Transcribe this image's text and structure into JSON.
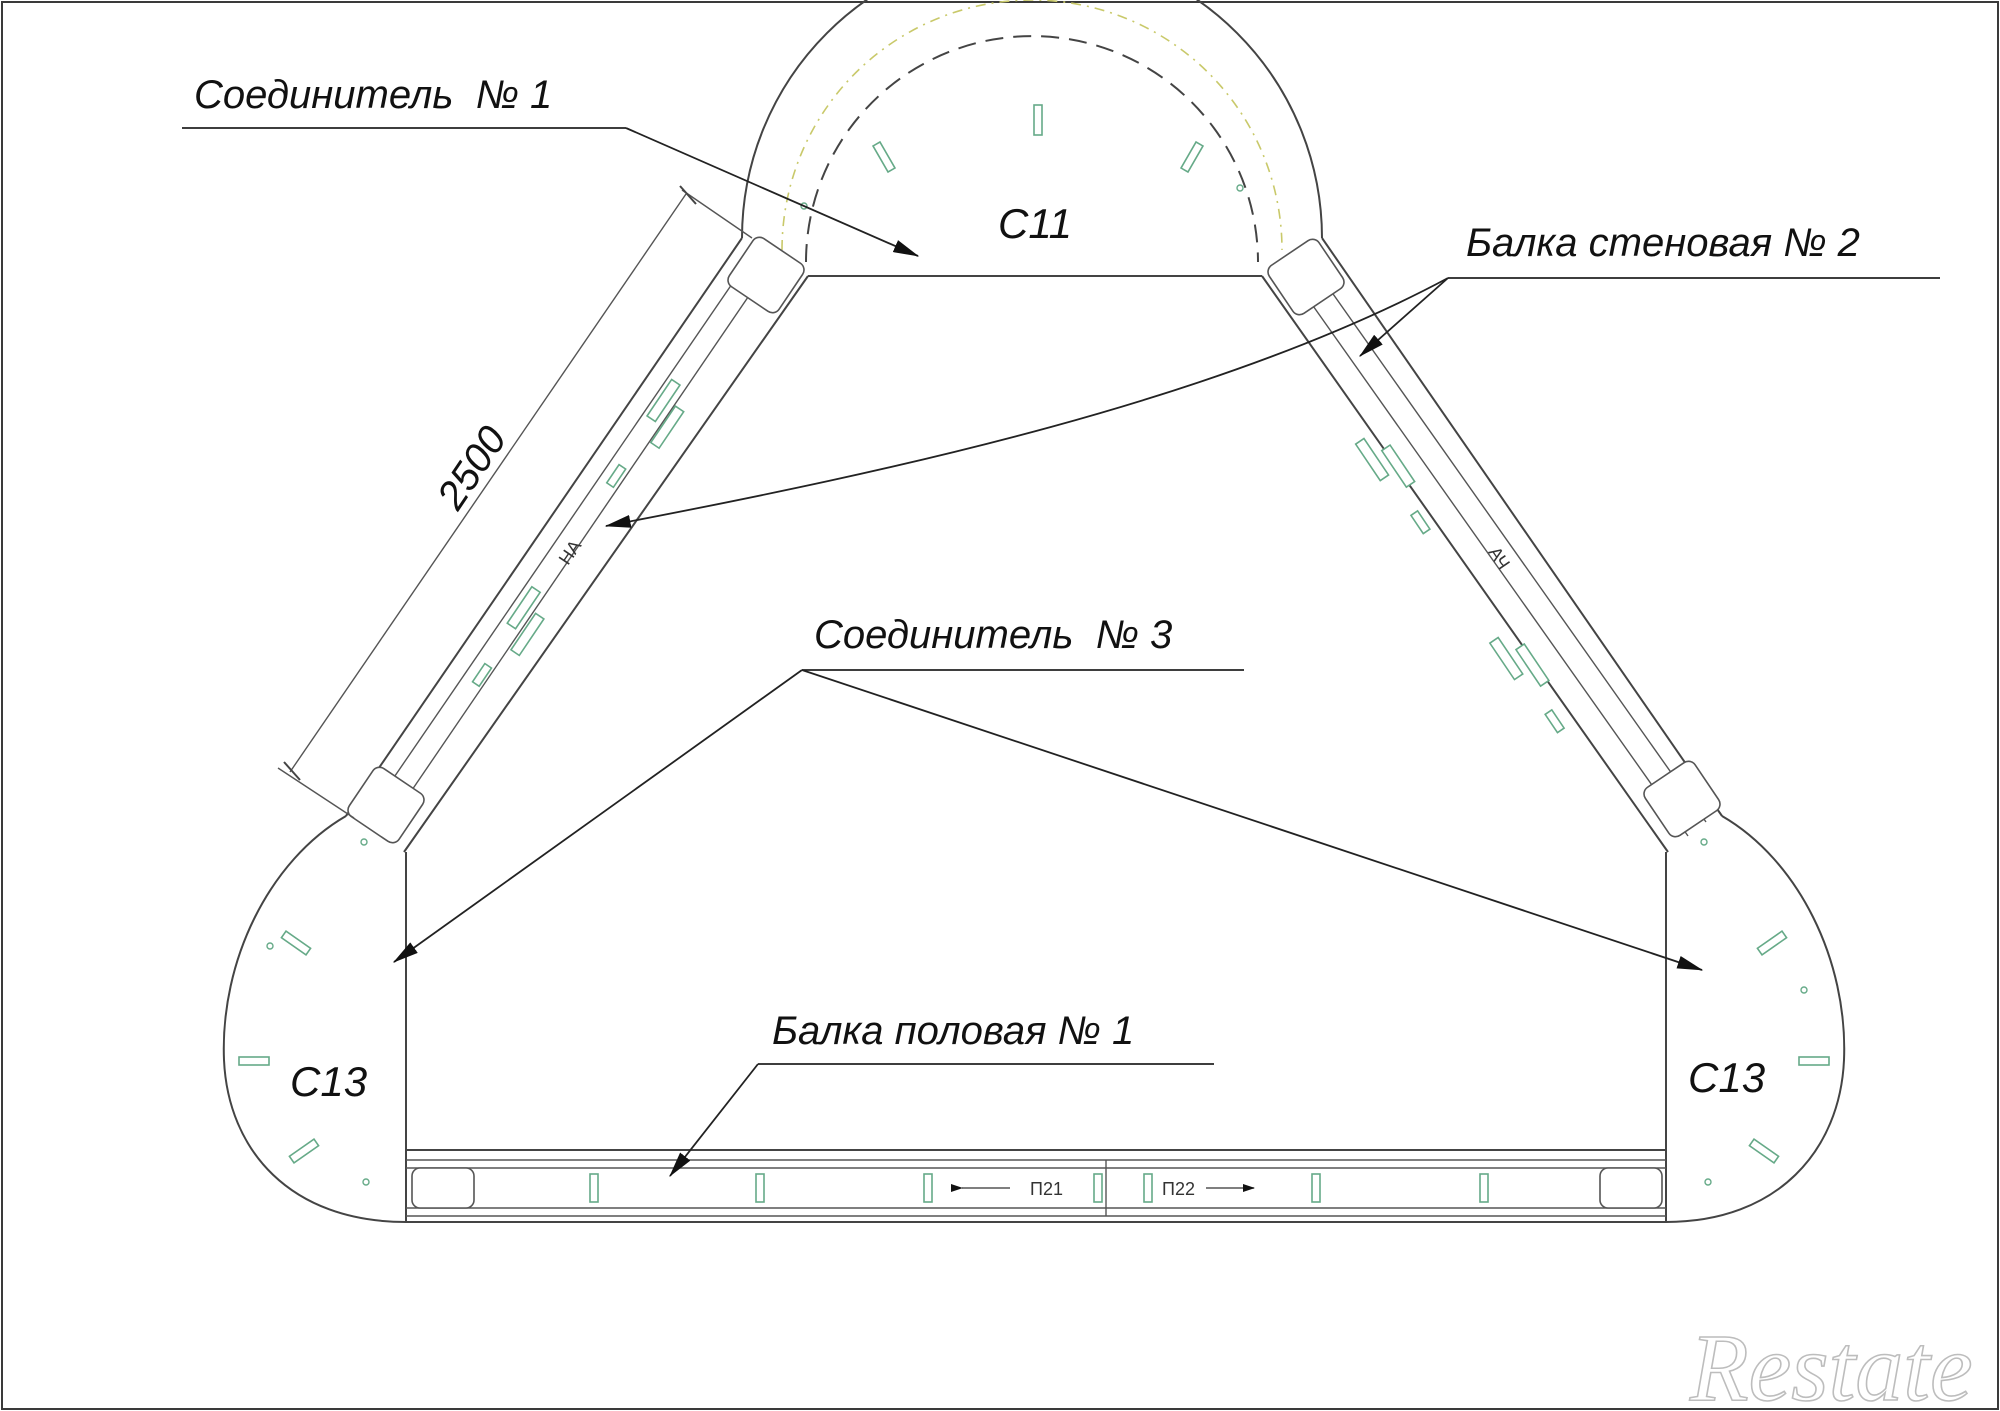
{
  "labels": {
    "connector1": "Соединитель  № 1",
    "wall_beam2": "Балка стеновая № 2",
    "connector3": "Соединитель  № 3",
    "floor_beam1": "Балка половая № 1"
  },
  "parts": {
    "c11": "C11",
    "c13_left": "C13",
    "c13_right": "C13"
  },
  "dimension": "2500",
  "small_marks": {
    "left_beam": "НА",
    "right_beam": "АЧ",
    "p21": "П21",
    "p22": "П22"
  },
  "watermark": "Restate"
}
